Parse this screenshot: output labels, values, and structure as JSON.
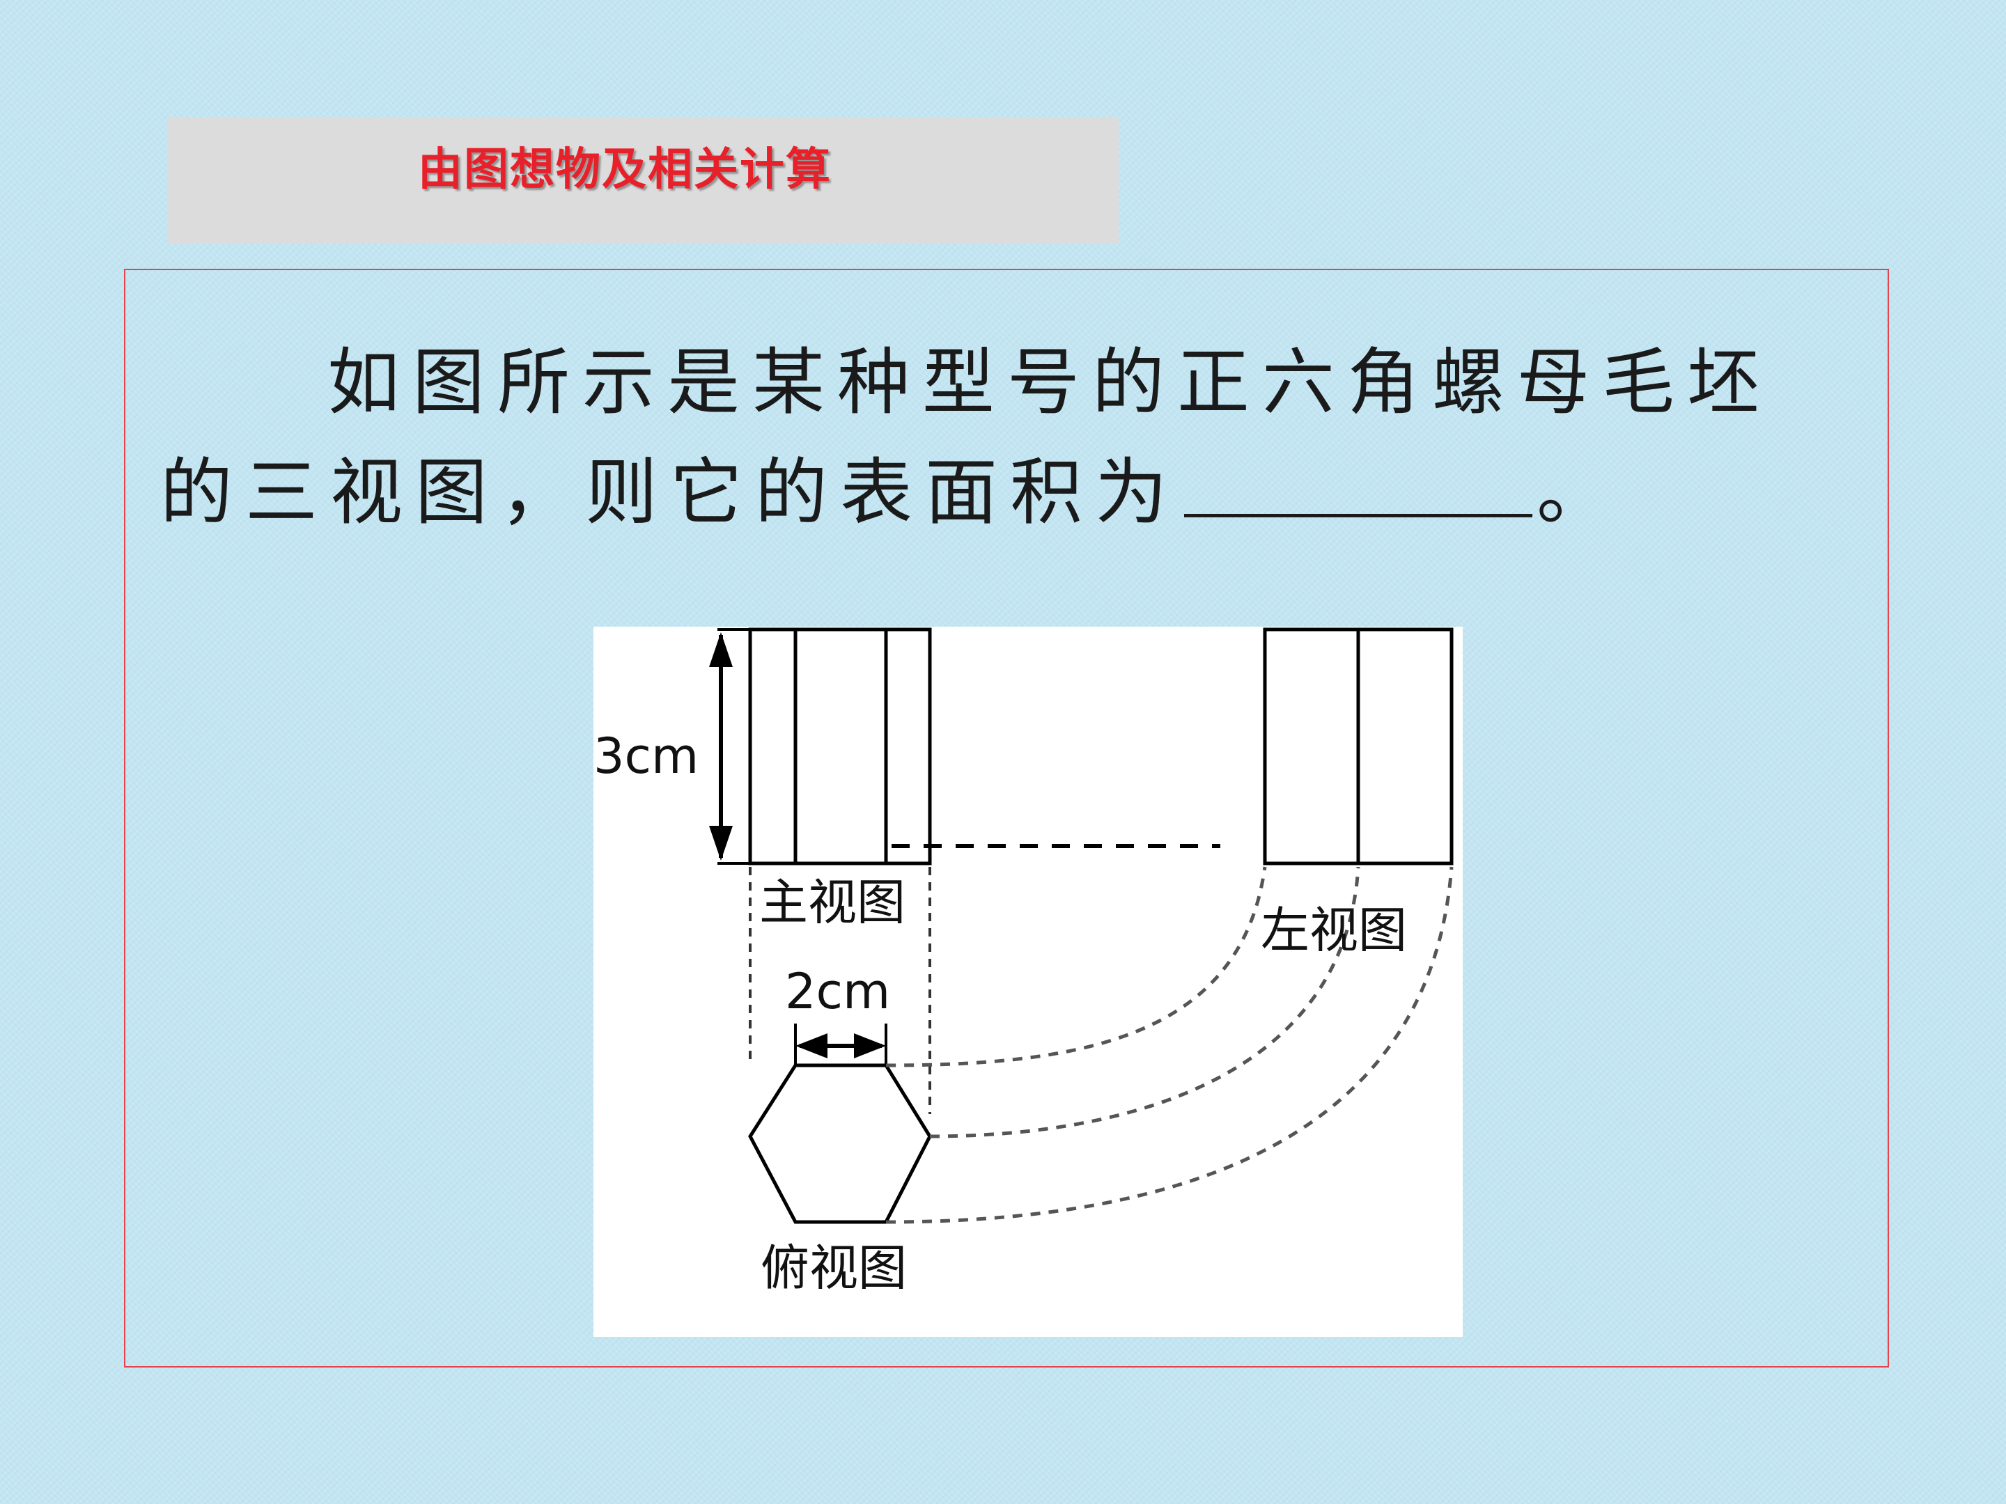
{
  "header": {
    "title": "由图想物及相关计算"
  },
  "question": {
    "line1": "如图所示是某种型号的正六角螺母毛坯",
    "line2_prefix": "的三视图，则它的表面积为",
    "line2_suffix": "。"
  },
  "figure": {
    "height_label": "3cm",
    "width_label": "2cm",
    "front_view_label": "主视图",
    "side_view_label": "左视图",
    "top_view_label": "俯视图"
  }
}
